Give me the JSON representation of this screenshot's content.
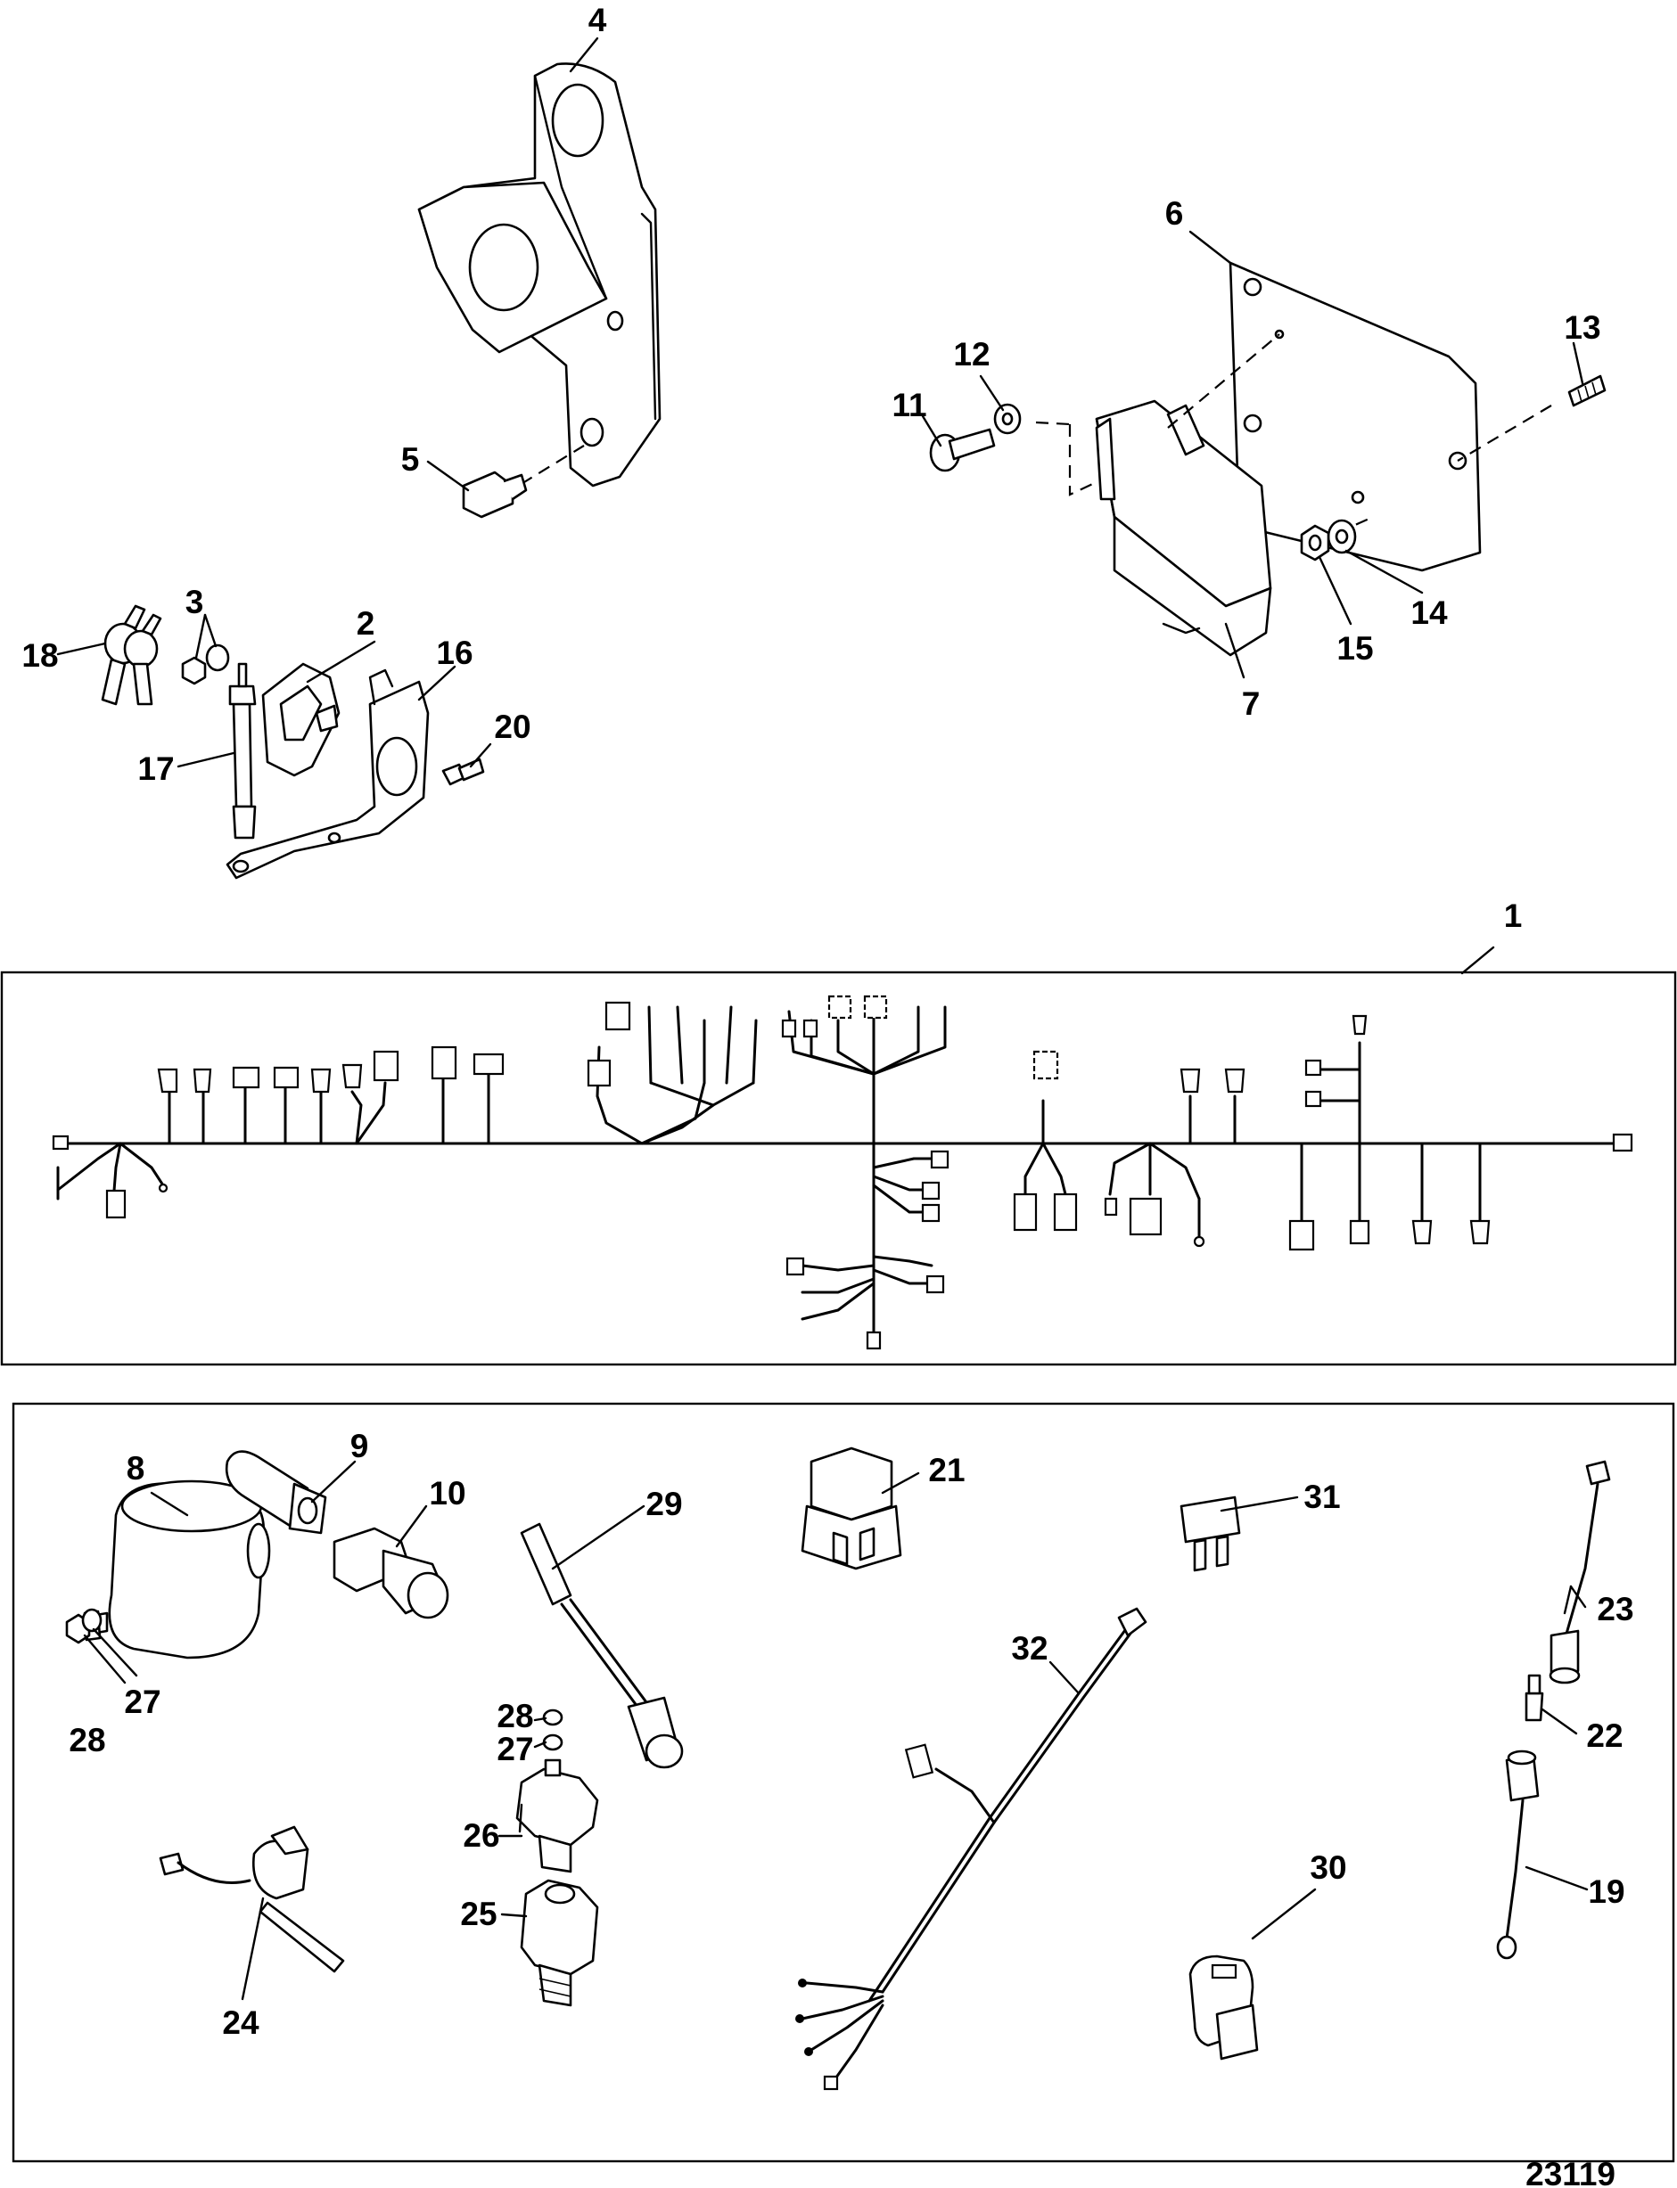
{
  "figure_number": "23119",
  "callouts": [
    "1",
    "2",
    "3",
    "4",
    "5",
    "6",
    "7",
    "8",
    "9",
    "10",
    "11",
    "12",
    "13",
    "14",
    "15",
    "16",
    "17",
    "18",
    "19",
    "20",
    "21",
    "22",
    "23",
    "24",
    "25",
    "26",
    "27",
    "28",
    "29",
    "30",
    "31",
    "32"
  ],
  "callouts_repeat": {
    "n27b": "27",
    "n28b": "28"
  }
}
